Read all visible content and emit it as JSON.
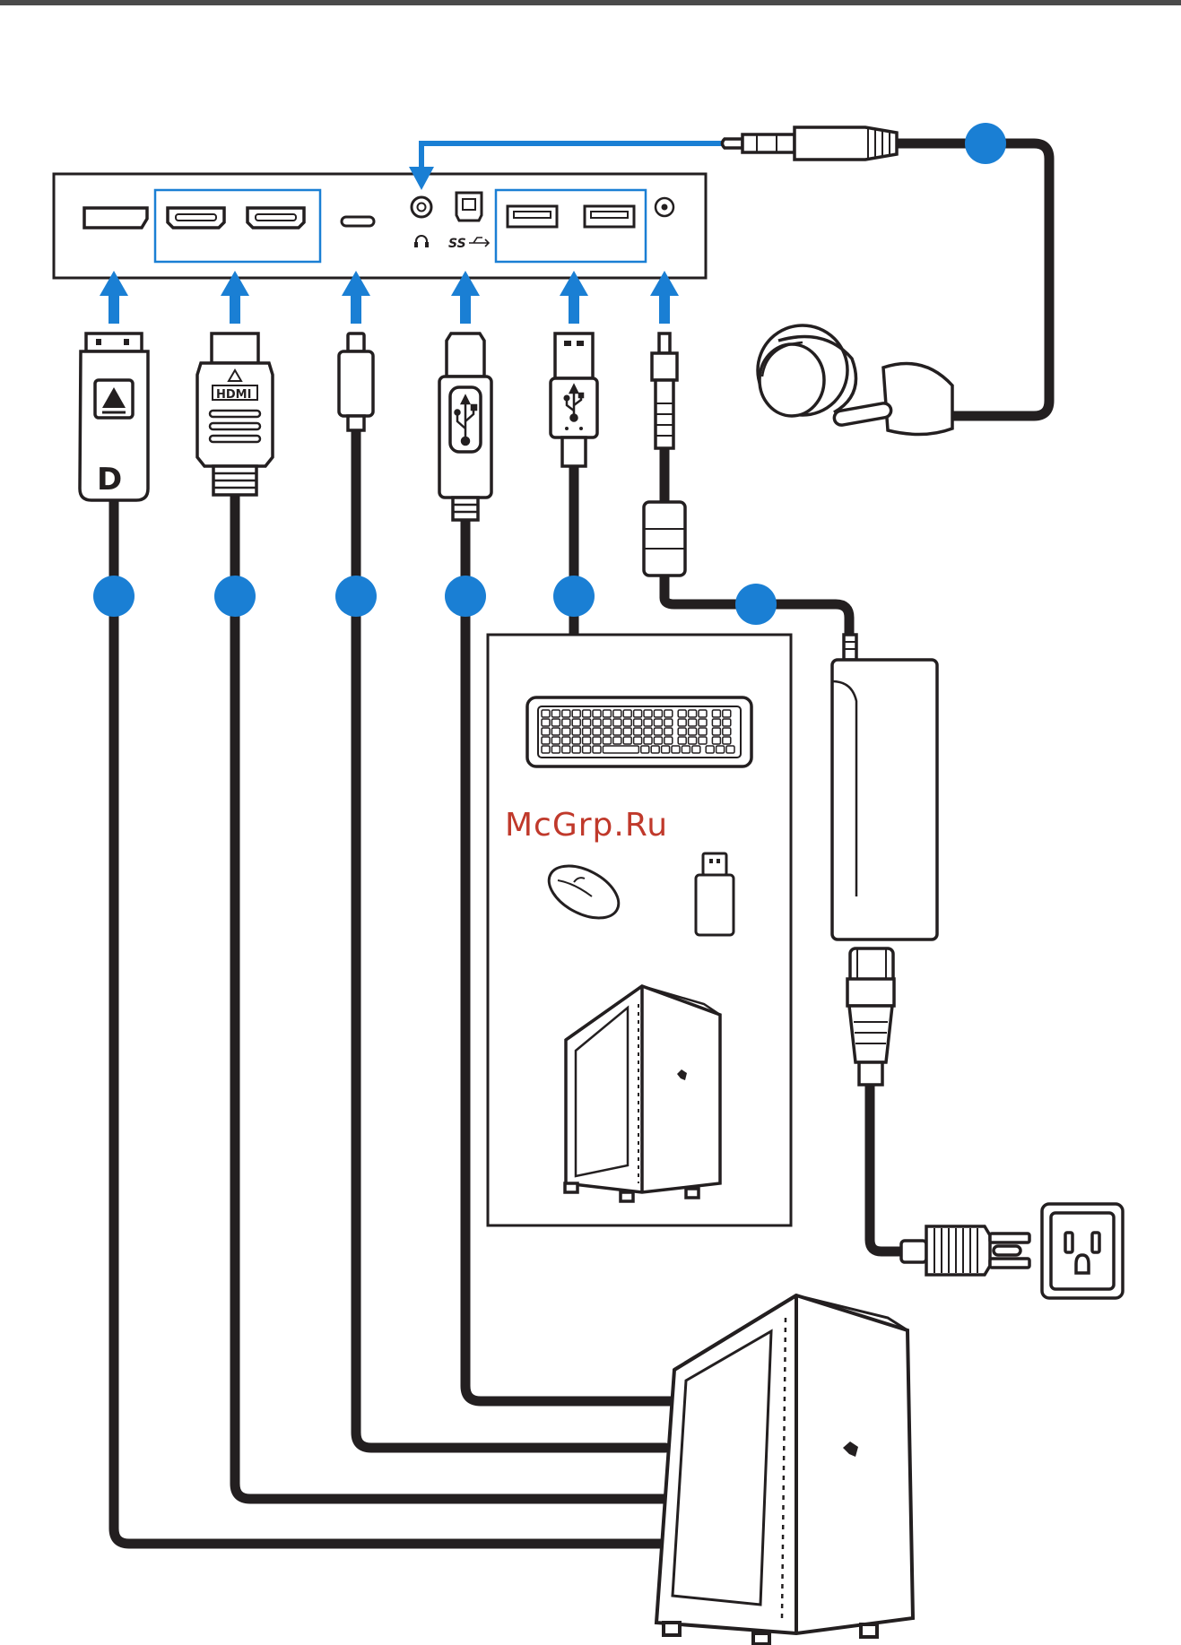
{
  "watermark": "McGrp.Ru",
  "labels": {
    "hdmi_logo": "HDMI",
    "dp_logo": "D",
    "usb_superspeed_symbol": "SS"
  },
  "icons": {
    "displayport_plug": "displayport-plug-icon",
    "hdmi_plug": "hdmi-plug-icon",
    "usbc_plug": "usb-c-plug-icon",
    "usbb_plug": "usb-b-plug-icon",
    "usba_plug": "usb-a-plug-icon",
    "dc_plug": "dc-power-plug-icon",
    "audio_jack": "audio-jack-plug-icon",
    "headphones": "headphones-icon",
    "power_adapter": "power-adapter-icon",
    "ac_plug": "ac-power-plug-icon",
    "wall_outlet": "wall-outlet-icon",
    "keyboard": "keyboard-icon",
    "mouse": "mouse-icon",
    "usb_flash_drive": "usb-flash-drive-icon",
    "pc_tower": "pc-tower-icon",
    "headphone_port_symbol": "headphone-symbol-icon"
  },
  "colors": {
    "accent_blue": "#1a7fd4",
    "cable": "#231f20",
    "watermark": "#c0392b"
  }
}
